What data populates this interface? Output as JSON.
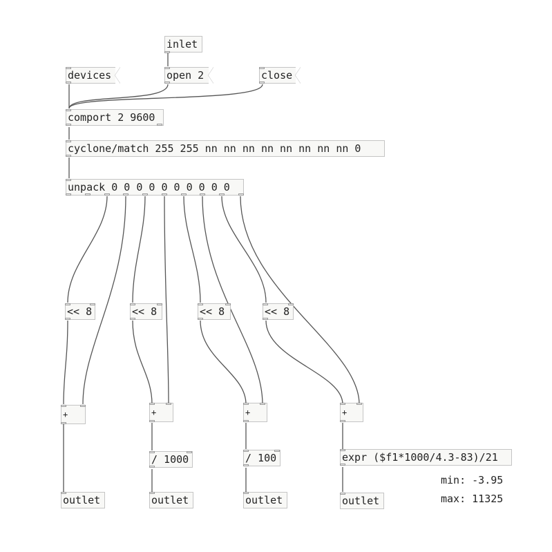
{
  "objects": {
    "inlet": "inlet",
    "devices": "devices",
    "open": "open 2",
    "close": "close",
    "comport": "comport 2 9600",
    "match": "cyclone/match 255 255 nn nn nn nn nn nn nn nn 0",
    "unpack": "unpack 0 0 0 0 0 0 0 0 0 0",
    "shift1": "<< 8",
    "shift2": "<< 8",
    "shift3": "<< 8",
    "shift4": "<< 8",
    "add1": "+",
    "add2": "+",
    "add3": "+",
    "add4": "+",
    "div1000": "/ 1000",
    "div100": "/ 100",
    "expr": "expr ($f1*1000/4.3-83)/21",
    "outlet1": "outlet",
    "outlet2": "outlet",
    "outlet3": "outlet",
    "outlet4": "outlet"
  },
  "comments": {
    "min": "min: -3.95",
    "max": "max: 11325"
  }
}
